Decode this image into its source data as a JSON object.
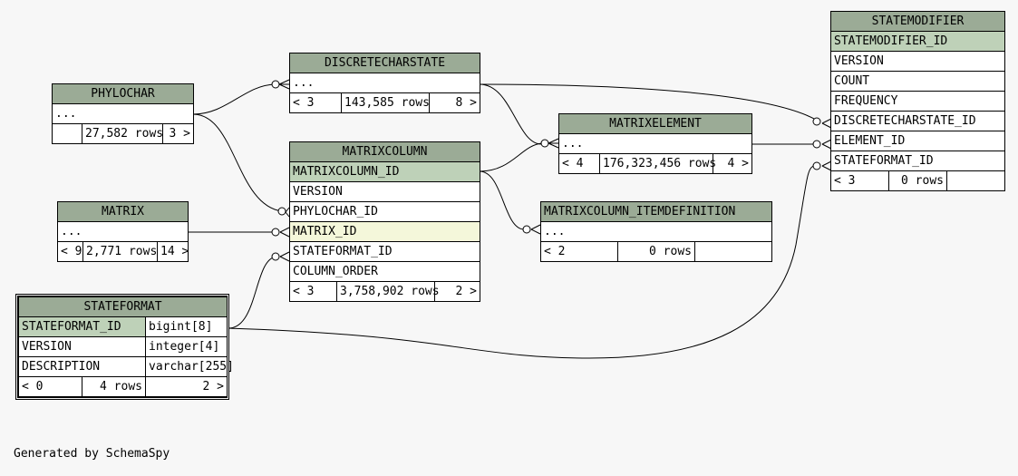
{
  "footer": "Generated by SchemaSpy",
  "tables": {
    "phylochar": {
      "title": "PHYLOCHAR",
      "rows": [
        "..."
      ],
      "stats": {
        "left": "",
        "count": "27,582 rows",
        "right": "3 >"
      }
    },
    "discretecharstate": {
      "title": "DISCRETECHARSTATE",
      "rows": [
        "..."
      ],
      "stats": {
        "left": "< 3",
        "count": "143,585 rows",
        "right": "8 >"
      }
    },
    "matrixcolumn": {
      "title": "MATRIXCOLUMN",
      "rows": [
        "MATRIXCOLUMN_ID",
        "VERSION",
        "PHYLOCHAR_ID",
        "MATRIX_ID",
        "STATEFORMAT_ID",
        "COLUMN_ORDER"
      ],
      "stats": {
        "left": "< 3",
        "count": "3,758,902 rows",
        "right": "2 >"
      }
    },
    "matrix": {
      "title": "MATRIX",
      "rows": [
        "..."
      ],
      "stats": {
        "left": "< 9",
        "count": "2,771 rows",
        "right": "14 >"
      }
    },
    "matrixelement": {
      "title": "MATRIXELEMENT",
      "rows": [
        "..."
      ],
      "stats": {
        "left": "< 4",
        "count": "176,323,456 rows",
        "right": "4 >"
      }
    },
    "itemdef": {
      "title": "MATRIXCOLUMN_ITEMDEFINITION",
      "rows": [
        "..."
      ],
      "stats": {
        "left": "< 2",
        "count": "0 rows",
        "right": ""
      }
    },
    "statemodifier": {
      "title": "STATEMODIFIER",
      "rows": [
        "STATEMODIFIER_ID",
        "VERSION",
        "COUNT",
        "FREQUENCY",
        "DISCRETECHARSTATE_ID",
        "ELEMENT_ID",
        "STATEFORMAT_ID"
      ],
      "stats": {
        "left": "< 3",
        "count": "0 rows",
        "right": ""
      }
    },
    "stateformat": {
      "title": "STATEFORMAT",
      "rows": [
        {
          "name": "STATEFORMAT_ID",
          "type": "bigint[8]"
        },
        {
          "name": "VERSION",
          "type": "integer[4]"
        },
        {
          "name": "DESCRIPTION",
          "type": "varchar[255]"
        }
      ],
      "stats": {
        "left": "< 0",
        "count": "4 rows",
        "right": "2 >"
      }
    }
  }
}
